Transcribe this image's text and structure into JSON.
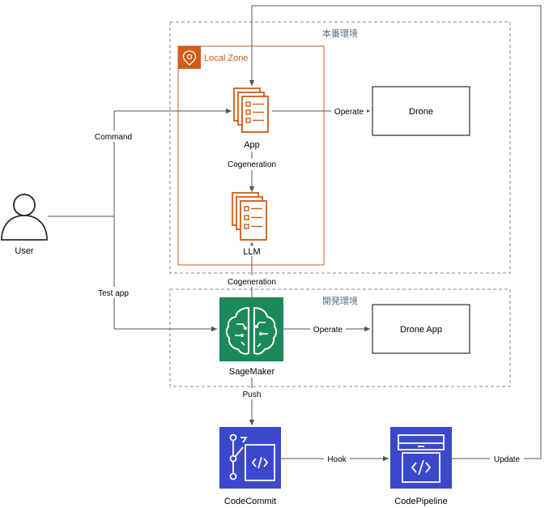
{
  "environments": {
    "production": "本番環境",
    "development": "開発環境",
    "local_zone": "Local Zone"
  },
  "nodes": {
    "user": "User",
    "app": "App",
    "llm": "LLM",
    "drone": "Drone",
    "drone_app": "Drone App",
    "sagemaker": "SageMaker",
    "codecommit": "CodeCommit",
    "codepipeline": "CodePipeline"
  },
  "edges": {
    "command": "Command",
    "test_app": "Test app",
    "operate_prod": "Operate",
    "operate_dev": "Operate",
    "cogeneration_app_llm": "Cogeneration",
    "cogeneration_sagemaker_llm": "Cogeneration",
    "push": "Push",
    "hook": "Hook",
    "update": "Update"
  },
  "colors": {
    "aws_orange": "#d05c17",
    "sagemaker_green": "#1b8a5a",
    "devtools_blue": "#3b48cc",
    "group_border": "#7d8998",
    "connector": "#545454"
  },
  "icons": {
    "local_zone": "location-pin-icon",
    "app": "multiple-documents-icon",
    "llm": "multiple-documents-icon",
    "user": "user-icon",
    "sagemaker": "brain-circuit-icon",
    "codecommit": "git-branch-code-icon",
    "codepipeline": "pipeline-code-icon"
  }
}
